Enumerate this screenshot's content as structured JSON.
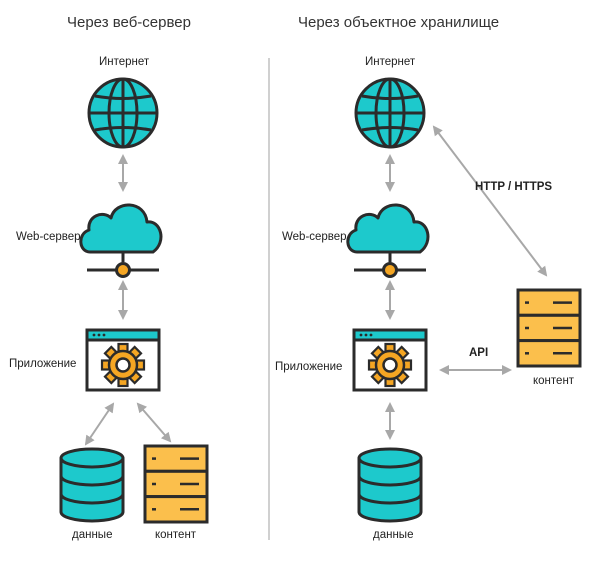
{
  "left": {
    "heading": "Через веб-сервер",
    "internet": "Интернет",
    "webserver": "Web-сервер",
    "app": "Приложение",
    "data": "данные",
    "content": "контент"
  },
  "right": {
    "heading": "Через объектное хранилище",
    "internet": "Интернет",
    "webserver": "Web-сервер",
    "app": "Приложение",
    "data": "данные",
    "content": "контент",
    "http": "HTTP / HTTPS",
    "api": "API"
  },
  "colors": {
    "cyan": "#1dc9cc",
    "orange": "#f5a623",
    "storage_orange": "#fbbf4c",
    "outline": "#2b2b2b",
    "arrow": "#a8a8a8",
    "divider": "#d0d0d0"
  }
}
